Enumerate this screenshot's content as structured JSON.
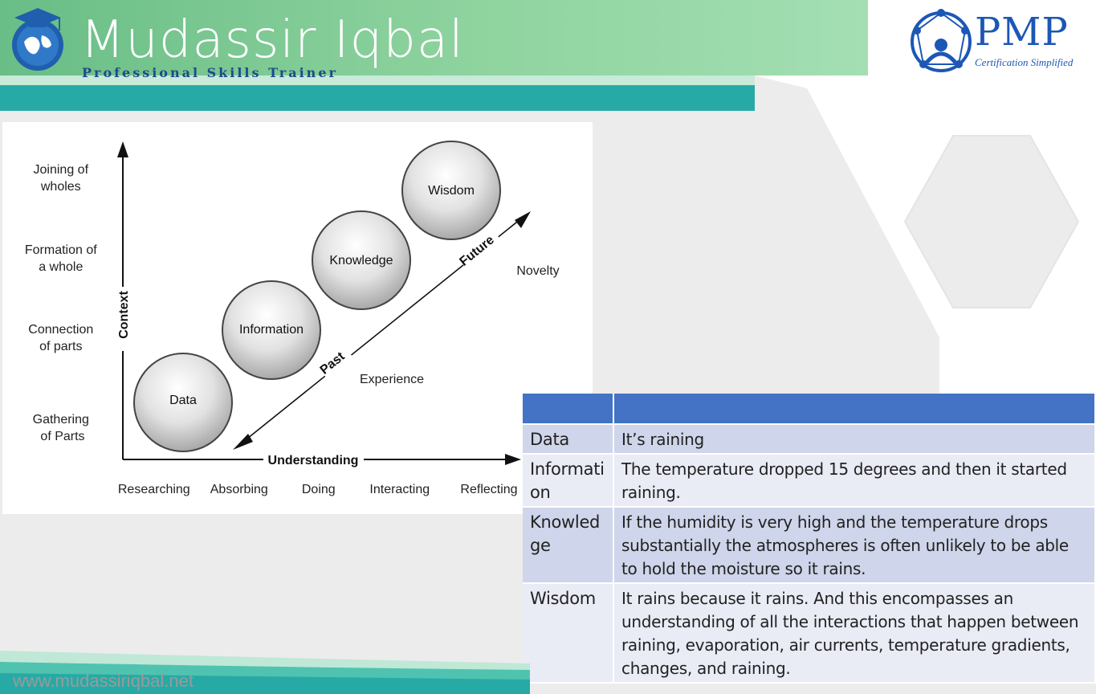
{
  "brand": {
    "name": "Mudassir Iqbal",
    "tagline": "Professional Skills Trainer",
    "website": "www.mudassiriqbal.net"
  },
  "pmp_logo": {
    "title": "PMP",
    "subtitle": "Certification Simplified"
  },
  "diagram": {
    "y_axis_label": "Context",
    "x_axis_label": "Understanding",
    "y_levels": [
      {
        "line1": "Joining of",
        "line2": "wholes"
      },
      {
        "line1": "Formation of",
        "line2": "a whole"
      },
      {
        "line1": "Connection",
        "line2": "of parts"
      },
      {
        "line1": "Gathering",
        "line2": "of Parts"
      }
    ],
    "x_levels": [
      "Researching",
      "Absorbing",
      "Doing",
      "Interacting",
      "Reflecting"
    ],
    "circles": [
      "Data",
      "Information",
      "Knowledge",
      "Wisdom"
    ],
    "past_label": "Past",
    "future_label": "Future",
    "experience_label": "Experience",
    "novelty_label": "Novelty"
  },
  "table": {
    "header": [
      "",
      ""
    ],
    "rows": [
      {
        "term": "Data",
        "example": "It’s raining"
      },
      {
        "term": "Information",
        "example": "The temperature dropped 15  degrees and then it started raining."
      },
      {
        "term": "Knowledge",
        "example": "If the humidity is very high and the temperature drops substantially the atmospheres is often unlikely to be able to hold the moisture so it rains."
      },
      {
        "term": "Wisdom",
        "example": "It rains because it rains. And this encompasses an understanding of all the interactions that happen between raining, evaporation, air currents, temperature gradients, changes, and raining."
      }
    ]
  },
  "colors": {
    "header_green": "#8fd39f",
    "teal": "#27aaa5",
    "table_header": "#4472c4",
    "row_dark": "#cfd5ea",
    "row_light": "#e9ebf5",
    "pmp_blue": "#1c57b6"
  }
}
